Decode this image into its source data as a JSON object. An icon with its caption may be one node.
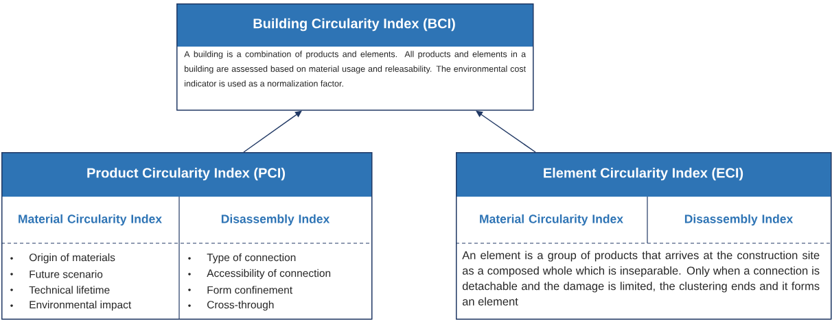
{
  "diagram": {
    "nodes": [
      {
        "text": [
          "Building Circularity Index (BCI)",
          "A building is a combination of products and elements. All products and elements in a building are assessed based on material usage and releasability. The environmental cost indicator is used as a normalization factor."
        ]
      },
      {
        "text": [
          "Product Circularity Index (PCI)"
        ]
      },
      {
        "text": [
          "Material Circularity Index",
          "Origin of materials",
          "Future scenario",
          "Technical lifetime",
          "Environmental impact"
        ],
        "in": 1
      },
      {
        "text": [
          "Disassembly Index",
          "Type of connection",
          "Accessibility of connection",
          "Form confinement",
          "Cross-through"
        ],
        "in": 1
      },
      {
        "text": [
          "Element Circularity Index (ECI)",
          "An element is a group of products that arrives at the construction site as a composed whole which is inseparable. Only when a connection is detachable and the damage is limited, the clustering ends and it forms an element"
        ]
      },
      {
        "text": [
          "Material Circularity Index"
        ],
        "in": 4
      },
      {
        "text": [
          "Disassembly Index"
        ],
        "in": 4
      }
    ],
    "edges": [
      {
        "from": 1,
        "to": 0,
        "arrow": "to"
      },
      {
        "from": 4,
        "to": 0,
        "arrow": "to"
      }
    ]
  }
}
